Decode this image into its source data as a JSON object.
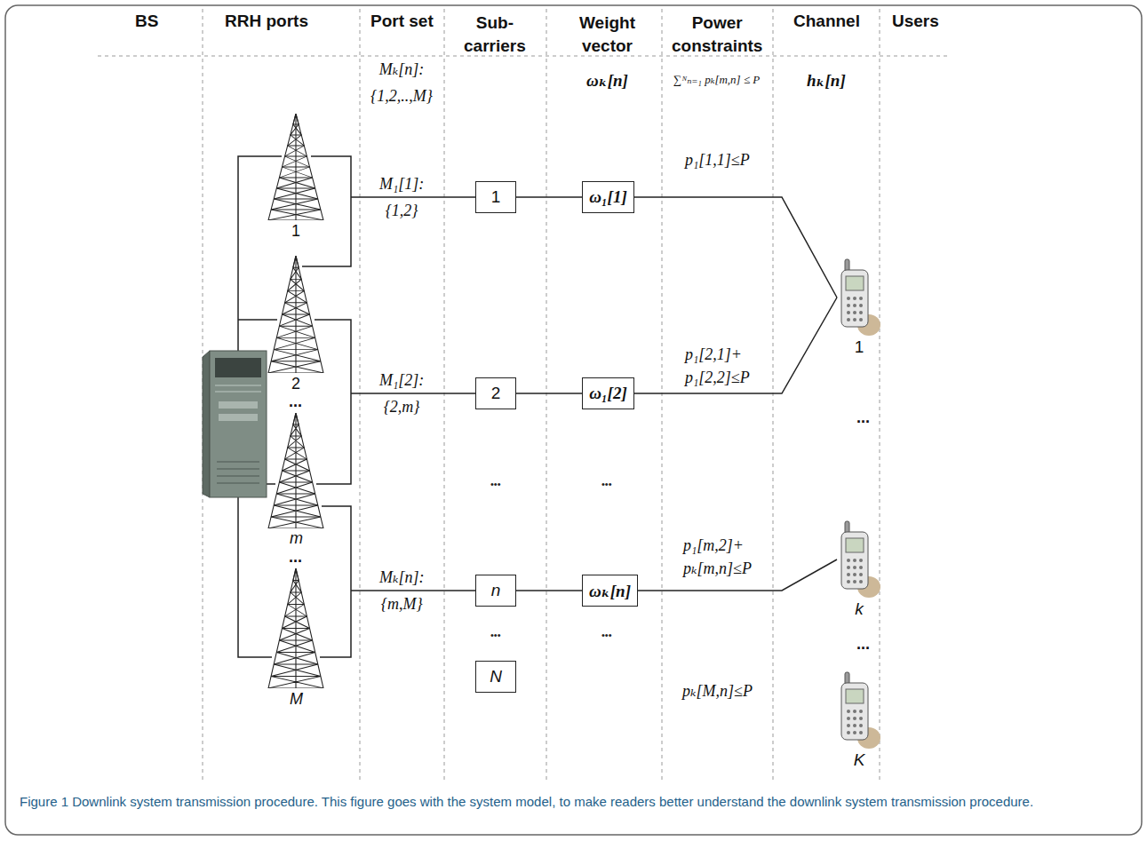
{
  "diagram": {
    "caption": "Figure 1 Downlink system transmission procedure. This figure goes with the system model, to make readers better understand the downlink system transmission procedure.",
    "nodes": [
      {
        "text": [
          "1"
        ]
      },
      {
        "text": [
          "ω₁[1]"
        ]
      },
      {
        "text": [
          "2"
        ]
      },
      {
        "text": [
          "ω₁[2]"
        ]
      },
      {
        "text": [
          "n"
        ]
      },
      {
        "text": [
          "ωₖ[n]"
        ]
      },
      {
        "text": [
          "N"
        ]
      },
      {
        "text": [
          "1"
        ]
      },
      {
        "text": [
          "k"
        ]
      },
      {
        "text": [
          "K"
        ]
      }
    ],
    "edges": [
      {
        "from": 0,
        "to": 1,
        "arrow": "none"
      },
      {
        "from": 1,
        "to": 7,
        "arrow": "none"
      },
      {
        "from": 2,
        "to": 3,
        "arrow": "none"
      },
      {
        "from": 3,
        "to": 7,
        "arrow": "none"
      },
      {
        "from": 4,
        "to": 5,
        "arrow": "none"
      },
      {
        "from": 5,
        "to": 8,
        "arrow": "none"
      }
    ],
    "labels": [
      "BS",
      "RRH ports",
      "Port set",
      "Sub- carriers",
      "Weight vector",
      "Power constraints",
      "Channel",
      "Users",
      "Mₖ[n]: {1,2,..,M}",
      "ωₖ[n]",
      "∑ᴺₙ₌₁ pₖ[m,n] ≤ P",
      "hₖ[n]",
      "1",
      "p₁[1,1]≤P",
      "M₁[1]: {1,2}",
      "2",
      "p₁[2,1]+ p₁[2,2]≤P",
      "M₁[2]: {2,m}",
      "...",
      "•••",
      "•••",
      "m",
      "p₁[m,2]+ pₖ[m,n]≤P",
      "...",
      "Mₖ[n]: {m,M}",
      "•••",
      "•••",
      "pₖ[M,n]≤P",
      "M",
      "...",
      "..."
    ]
  }
}
